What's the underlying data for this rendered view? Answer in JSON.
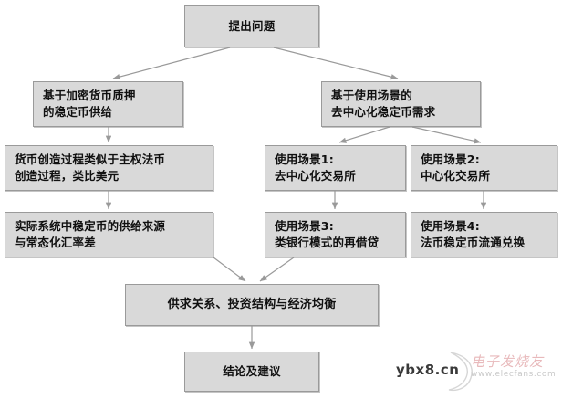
{
  "diagram": {
    "title_hidden": "",
    "background_color": "#ffffff",
    "node_fill_color": "#d9d9d9",
    "node_border_color": "#9a9a9a",
    "edge_color": "#9a9a9a",
    "nodes": {
      "problem": {
        "lines": [
          "提出问题"
        ]
      },
      "supply": {
        "lines": [
          "基于加密货币质押",
          "的稳定币供给"
        ]
      },
      "demand": {
        "lines": [
          "基于使用场景的",
          "去中心化稳定币需求"
        ]
      },
      "money": {
        "lines": [
          "货币创造过程类似于主权法币",
          "创造过程，类比美元"
        ]
      },
      "actual": {
        "lines": [
          "实际系统中稳定币的供给来源",
          "与常态化汇率差"
        ]
      },
      "scene1": {
        "lines": [
          "使用场景1:",
          "去中心化交易所"
        ]
      },
      "scene2": {
        "lines": [
          "使用场景2:",
          "中心化交易所"
        ]
      },
      "scene3": {
        "lines": [
          "使用场景3:",
          "类银行模式的再借贷"
        ]
      },
      "scene4": {
        "lines": [
          "使用场景4:",
          "法币稳定币流通兑换"
        ]
      },
      "equilibrium": {
        "lines": [
          "供求关系、投资结构与经济均衡"
        ]
      },
      "conclusion": {
        "lines": [
          "结论及建议"
        ]
      }
    }
  },
  "watermarks": {
    "ybx8": "ybx8.cn",
    "elecfans_cn": "电子发烧友",
    "elecfans_en": "www.elecfans.com"
  }
}
